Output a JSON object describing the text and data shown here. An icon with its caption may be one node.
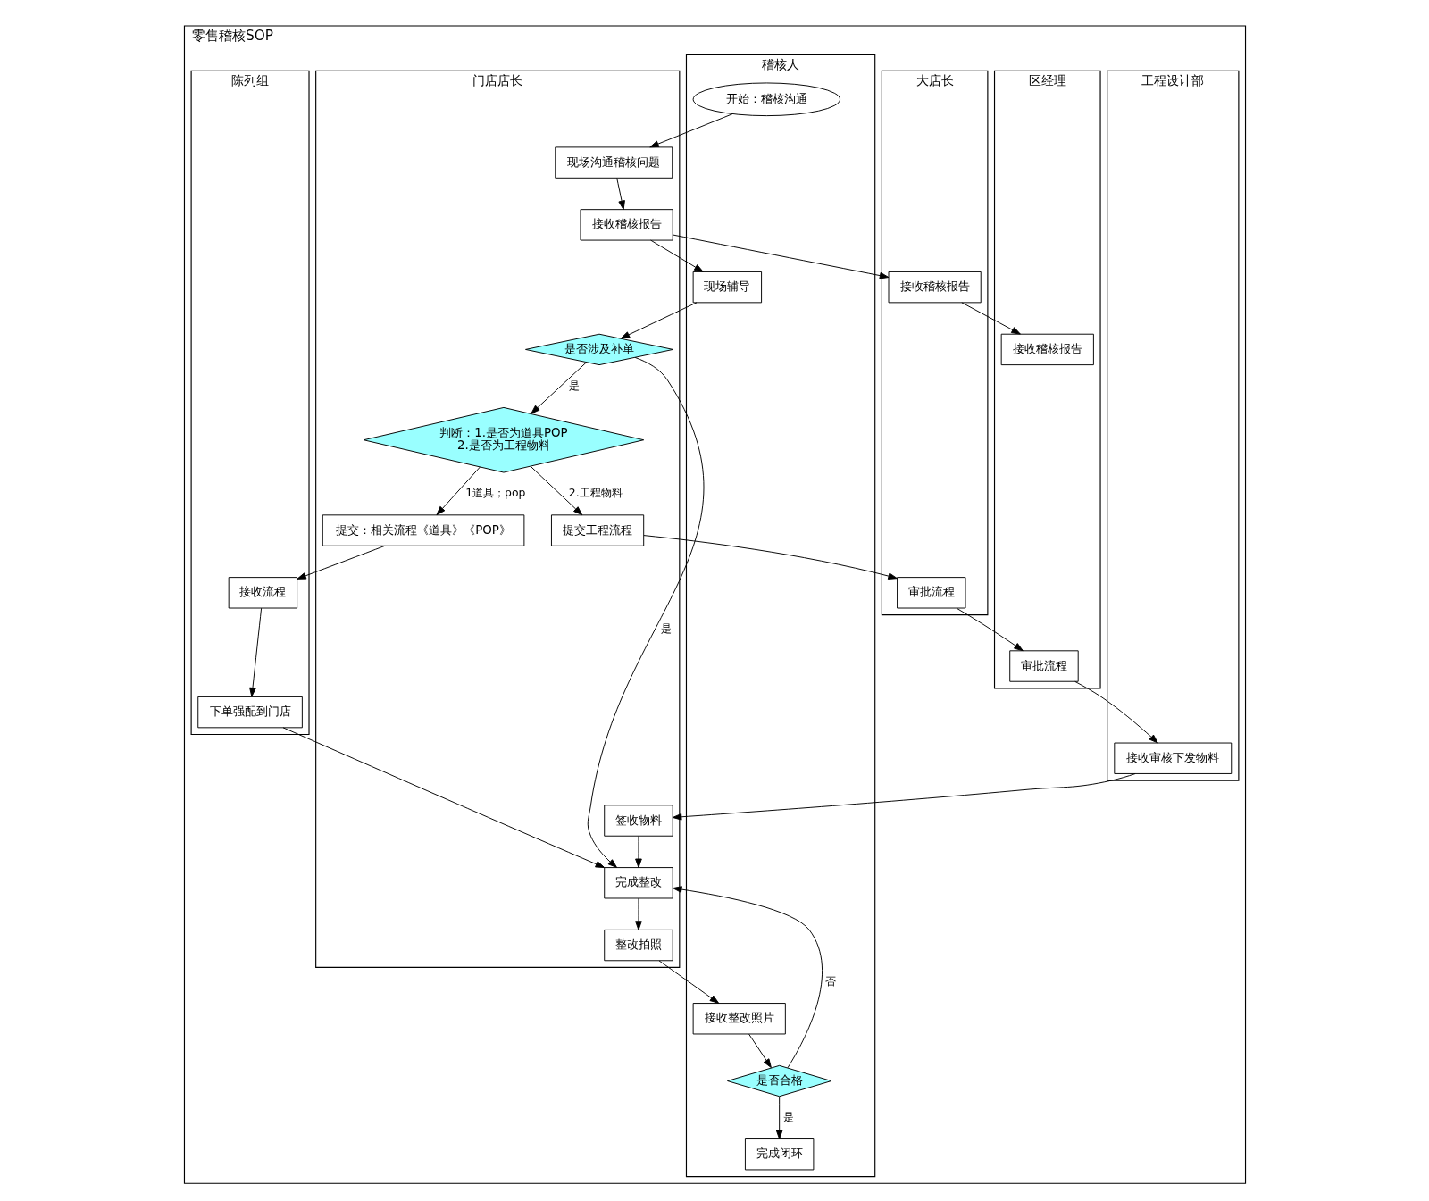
{
  "diagram": {
    "nodes": [
      {
        "text": [
          "零售稽核SOP"
        ]
      },
      {
        "text": [
          "稽核人"
        ],
        "in": 0
      },
      {
        "text": [
          "开始：稽核沟通"
        ],
        "in": 1
      },
      {
        "text": [
          "现场辅导"
        ],
        "in": 1
      },
      {
        "text": [
          "完成闭环"
        ],
        "in": 1
      },
      {
        "text": [
          "是否合格"
        ],
        "in": 1
      },
      {
        "text": [
          "接收整改照片"
        ],
        "in": 1
      },
      {
        "text": [
          "门店店长"
        ],
        "in": 0
      },
      {
        "text": [
          "现场沟通稽核问题"
        ],
        "in": 7
      },
      {
        "text": [
          "接收稽核报告"
        ],
        "in": 7
      },
      {
        "text": [
          "是否涉及补单"
        ],
        "in": 7
      },
      {
        "text": [
          "判断：1.是否为道具POP 2.是否为工程物料"
        ],
        "in": 7
      },
      {
        "text": [
          "提交：相关流程《道具》《POP》"
        ],
        "in": 7
      },
      {
        "text": [
          "提交工程流程"
        ],
        "in": 7
      },
      {
        "text": [
          "签收物料"
        ],
        "in": 7
      },
      {
        "text": [
          "完成整改"
        ],
        "in": 7
      },
      {
        "text": [
          "整改拍照"
        ],
        "in": 7
      },
      {
        "text": [
          "大店长"
        ],
        "in": 0
      },
      {
        "text": [
          "接收稽核报告"
        ],
        "in": 17
      },
      {
        "text": [
          "审批流程"
        ],
        "in": 17
      },
      {
        "text": [
          "区经理"
        ],
        "in": 0
      },
      {
        "text": [
          "接收稽核报告"
        ],
        "in": 20
      },
      {
        "text": [
          "审批流程"
        ],
        "in": 20
      },
      {
        "text": [
          "工程设计部"
        ],
        "in": 0
      },
      {
        "text": [
          "接收审核下发物料"
        ],
        "in": 23
      },
      {
        "text": [
          "陈列组"
        ],
        "in": 0
      },
      {
        "text": [
          "接收流程"
        ],
        "in": 25
      },
      {
        "text": [
          "下单强配到门店"
        ],
        "in": 25
      }
    ],
    "edges": [
      {
        "from": 2,
        "to": 8,
        "arrow": "to"
      },
      {
        "from": 8,
        "to": 9,
        "arrow": "to"
      },
      {
        "from": 9,
        "to": 3,
        "arrow": "to"
      },
      {
        "from": 9,
        "to": 18,
        "arrow": "to"
      },
      {
        "from": 18,
        "to": 21,
        "arrow": "to"
      },
      {
        "from": 3,
        "to": 10,
        "arrow": "to"
      },
      {
        "from": 10,
        "to": 11,
        "arrow": "to",
        "label": "是"
      },
      {
        "from": 11,
        "to": 12,
        "arrow": "to",
        "label": "1道具；pop"
      },
      {
        "from": 11,
        "to": 13,
        "arrow": "to",
        "label": "2.工程物料"
      },
      {
        "from": 13,
        "to": 19,
        "arrow": "to"
      },
      {
        "from": 19,
        "to": 22,
        "arrow": "to"
      },
      {
        "from": 22,
        "to": 24,
        "arrow": "to"
      },
      {
        "from": 24,
        "to": 14,
        "arrow": "to"
      },
      {
        "from": 12,
        "to": 26,
        "arrow": "to"
      },
      {
        "from": 26,
        "to": 27,
        "arrow": "to"
      },
      {
        "from": 27,
        "to": 15,
        "arrow": "to"
      },
      {
        "from": 14,
        "to": 15,
        "arrow": "to"
      },
      {
        "from": 10,
        "to": 15,
        "arrow": "to",
        "label": "是"
      },
      {
        "from": 15,
        "to": 16,
        "arrow": "to"
      },
      {
        "from": 16,
        "to": 6,
        "arrow": "to"
      },
      {
        "from": 6,
        "to": 5,
        "arrow": "to"
      },
      {
        "from": 5,
        "to": 4,
        "arrow": "to",
        "label": "是"
      },
      {
        "from": 5,
        "to": 15,
        "arrow": "to",
        "label": "否"
      }
    ]
  }
}
